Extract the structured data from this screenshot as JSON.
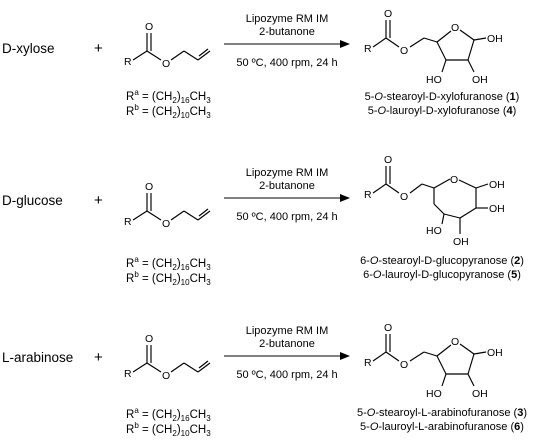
{
  "reactions": [
    {
      "sugar_prefix": "D",
      "sugar_name": "-xylose",
      "plus": "+",
      "ra_label": "R",
      "ra_sup": "a",
      "ra_formula_prefix": " = (CH",
      "ra_n": "2",
      "ra_formula_suffix": ")",
      "ra_count": "16",
      "ra_end": "CH",
      "ra_end_n": "3",
      "rb_label": "R",
      "rb_sup": "b",
      "rb_formula_prefix": " = (CH",
      "rb_n": "2",
      "rb_formula_suffix": ")",
      "rb_count": "10",
      "rb_end": "CH",
      "rb_end_n": "3",
      "catalyst": "Lipozyme RM IM",
      "solvent": "2-butanone",
      "conditions": "50 ºC, 400 rpm, 24 h",
      "products": [
        {
          "pre": "5-",
          "pos": "O",
          "mid": "-stearoyl-",
          "cfg": "D",
          "post": "-xylofuranose (",
          "num": "1",
          "close": ")"
        },
        {
          "pre": "5-",
          "pos": "O",
          "mid": "-lauroyl-",
          "cfg": "D",
          "post": "-xylofuranose (",
          "num": "4",
          "close": ")"
        }
      ]
    },
    {
      "sugar_prefix": "D",
      "sugar_name": "-glucose",
      "plus": "+",
      "ra_label": "R",
      "ra_sup": "a",
      "ra_formula_prefix": " = (CH",
      "ra_n": "2",
      "ra_formula_suffix": ")",
      "ra_count": "16",
      "ra_end": "CH",
      "ra_end_n": "3",
      "rb_label": "R",
      "rb_sup": "b",
      "rb_formula_prefix": " = (CH",
      "rb_n": "2",
      "rb_formula_suffix": ")",
      "rb_count": "10",
      "rb_end": "CH",
      "rb_end_n": "3",
      "catalyst": "Lipozyme RM IM",
      "solvent": "2-butanone",
      "conditions": "50 ºC, 400 rpm, 24 h",
      "products": [
        {
          "pre": "6-",
          "pos": "O",
          "mid": "-stearoyl-",
          "cfg": "D",
          "post": "-glucopyranose (",
          "num": "2",
          "close": ")"
        },
        {
          "pre": "6-",
          "pos": "O",
          "mid": "-lauroyl-",
          "cfg": "D",
          "post": "-glucopyranose (",
          "num": "5",
          "close": ")"
        }
      ]
    },
    {
      "sugar_prefix": "L",
      "sugar_name": "-arabinose",
      "plus": "+",
      "ra_label": "R",
      "ra_sup": "a",
      "ra_formula_prefix": " = (CH",
      "ra_n": "2",
      "ra_formula_suffix": ")",
      "ra_count": "16",
      "ra_end": "CH",
      "ra_end_n": "3",
      "rb_label": "R",
      "rb_sup": "b",
      "rb_formula_prefix": " = (CH",
      "rb_n": "2",
      "rb_formula_suffix": ")",
      "rb_count": "10",
      "rb_end": "CH",
      "rb_end_n": "3",
      "catalyst": "Lipozyme RM IM",
      "solvent": "2-butanone",
      "conditions": "50 ºC, 400 rpm, 24 h",
      "products": [
        {
          "pre": "5-",
          "pos": "O",
          "mid": "-stearoyl-",
          "cfg": "L",
          "post": "-arabinofuranose (",
          "num": "3",
          "close": ")"
        },
        {
          "pre": "5-",
          "pos": "O",
          "mid": "-lauroyl-",
          "cfg": "L",
          "post": "-arabinofuranose (",
          "num": "6",
          "close": ")"
        }
      ]
    }
  ],
  "atom_labels": {
    "R": "R",
    "O": "O",
    "OH": "OH",
    "HO": "HO"
  }
}
